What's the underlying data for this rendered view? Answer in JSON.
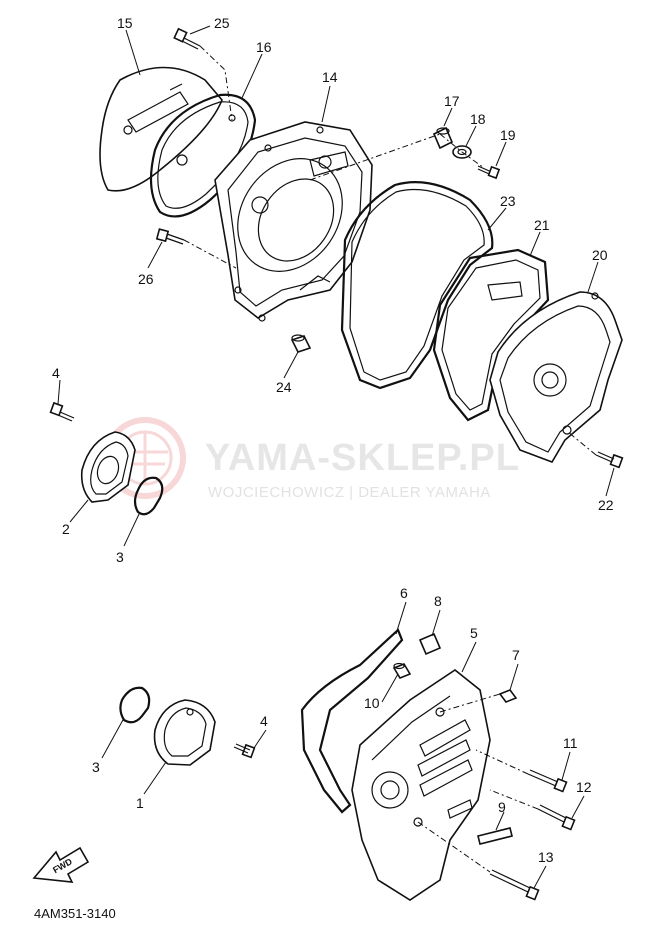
{
  "watermark": {
    "title": "YAMA-SKLEP.PL",
    "subtitle": "WOJCIECHOWICZ | DEALER YAMAHA"
  },
  "reference_code": "4AM351-3140",
  "direction_label": "FWD",
  "callouts": {
    "c1": "1",
    "c2": "2",
    "c3a": "3",
    "c3b": "3",
    "c4a": "4",
    "c4b": "4",
    "c5": "5",
    "c6": "6",
    "c7": "7",
    "c8": "8",
    "c9": "9",
    "c10": "10",
    "c11": "11",
    "c12": "12",
    "c13": "13",
    "c14": "14",
    "c15": "15",
    "c16": "16",
    "c17": "17",
    "c18": "18",
    "c19": "19",
    "c20": "20",
    "c21": "21",
    "c22": "22",
    "c23": "23",
    "c24": "24",
    "c25": "25",
    "c26": "26"
  },
  "colors": {
    "line": "#111111",
    "watermark_text": "#e6e6e6",
    "watermark_logo": "#f3c7c7"
  }
}
